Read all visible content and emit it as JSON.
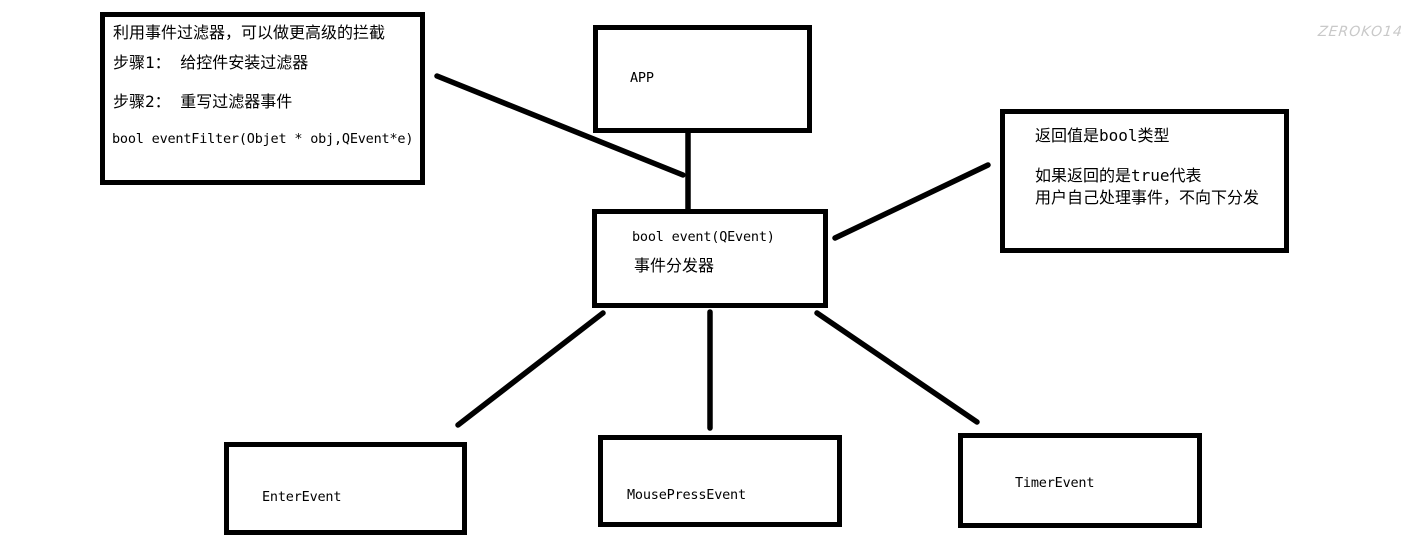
{
  "watermark": "ZEROKO14",
  "colors": {
    "background": "#ffffff",
    "stroke": "#000000",
    "watermark": "#c9c9c9"
  },
  "nodes": {
    "filter_note": {
      "lines": [
        "利用事件过滤器，可以做更高级的拦截",
        "步骤1： 给控件安装过滤器",
        "步骤2： 重写过滤器事件",
        "bool eventFilter(Objet * obj,QEvent*e)"
      ]
    },
    "app": {
      "label": "APP"
    },
    "dispatcher": {
      "code": "bool event(QEvent)",
      "label": "事件分发器"
    },
    "return_note": {
      "lines": [
        "返回值是bool类型",
        "如果返回的是true代表",
        "用户自己处理事件，不向下分发"
      ]
    },
    "enter_event": {
      "label": "EnterEvent"
    },
    "mouse_press_event": {
      "label": "MousePressEvent"
    },
    "timer_event": {
      "label": "TimerEvent"
    }
  },
  "edges": [
    {
      "from": "filter-note",
      "to": "app-dispatcher-link"
    },
    {
      "from": "app",
      "to": "dispatcher"
    },
    {
      "from": "dispatcher",
      "to": "return-note"
    },
    {
      "from": "dispatcher",
      "to": "enter-event"
    },
    {
      "from": "dispatcher",
      "to": "mouse-press-event"
    },
    {
      "from": "dispatcher",
      "to": "timer-event"
    }
  ]
}
